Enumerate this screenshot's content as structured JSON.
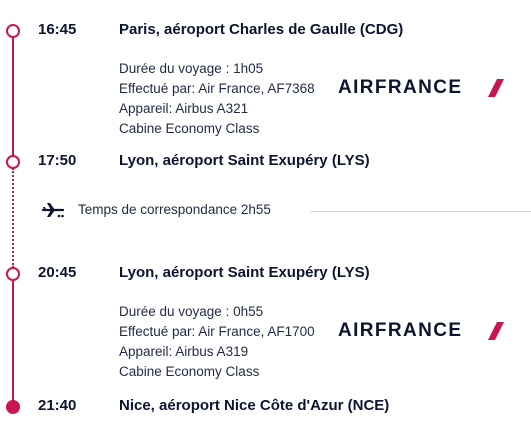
{
  "segments": [
    {
      "departure": {
        "time": "16:45",
        "airport": "Paris, aéroport Charles de Gaulle (CDG)"
      },
      "details": {
        "duration": "Durée du voyage : 1h05",
        "operated_by": "Effectué par: Air France, AF7368",
        "aircraft": "Appareil: Airbus A321",
        "cabin": "Cabine Economy Class"
      },
      "airline_logo": "AIRFRANCE",
      "arrival": {
        "time": "17:50",
        "airport": "Lyon, aéroport Saint Exupéry (LYS)"
      }
    },
    {
      "departure": {
        "time": "20:45",
        "airport": "Lyon, aéroport Saint Exupéry (LYS)"
      },
      "details": {
        "duration": "Durée du voyage : 0h55",
        "operated_by": "Effectué par: Air France, AF1700",
        "aircraft": "Appareil: Airbus A319",
        "cabin": "Cabine Economy Class"
      },
      "airline_logo": "AIRFRANCE",
      "arrival": {
        "time": "21:40",
        "airport": "Nice, aéroport Nice Côte d'Azur (NCE)"
      }
    }
  ],
  "connection": {
    "text": "Temps de correspondance 2h55",
    "icon": "connection-plane-icon"
  },
  "colors": {
    "accent": "#c8174e",
    "text": "#0b1530"
  }
}
